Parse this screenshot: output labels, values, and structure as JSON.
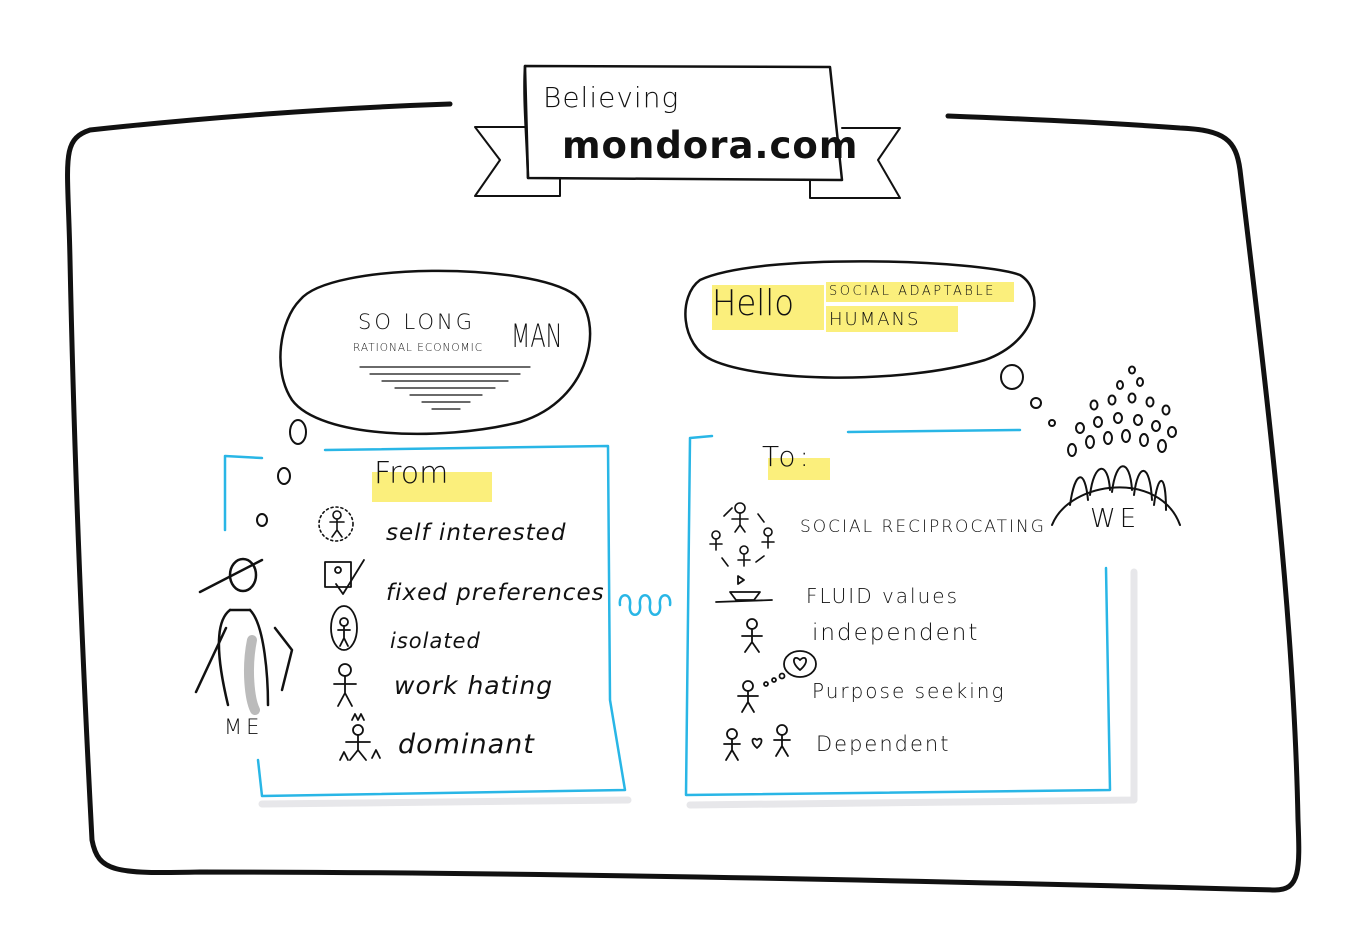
{
  "banner": {
    "line1": "Believing",
    "line2": "mondora.com"
  },
  "bubble_left": {
    "line1": "SO LONG",
    "line2": "RATIONAL ECONOMIC",
    "line3": "MAN"
  },
  "bubble_right": {
    "hello": "Hello",
    "line1": "SOCIAL ADAPTABLE",
    "line2": "HUMANS"
  },
  "from_panel": {
    "heading": "From",
    "items": [
      {
        "label": "self interested",
        "icon": "person-circle-icon"
      },
      {
        "label": "fixed preferences",
        "icon": "person-checkbox-icon"
      },
      {
        "label": "isolated",
        "icon": "person-bubble-icon"
      },
      {
        "label": "work hating",
        "icon": "stick-figure-icon"
      },
      {
        "label": "dominant",
        "icon": "crowned-figure-icon"
      }
    ]
  },
  "to_panel": {
    "heading": "To:",
    "items": [
      {
        "label": "SOCIAL RECIPROCATING",
        "icon": "group-circle-icon"
      },
      {
        "label": "FLUID values",
        "icon": "boat-icon"
      },
      {
        "label": "independent",
        "icon": "stick-figure-icon"
      },
      {
        "label": "Purpose seeking",
        "icon": "figure-heart-thought-icon"
      },
      {
        "label": "Dependent",
        "icon": "two-figures-heart-icon"
      }
    ]
  },
  "labels": {
    "me": "ME",
    "we": "WE"
  },
  "colors": {
    "frame": "#111111",
    "panel": "#29b6e6",
    "highlight": "#fbef7c"
  }
}
